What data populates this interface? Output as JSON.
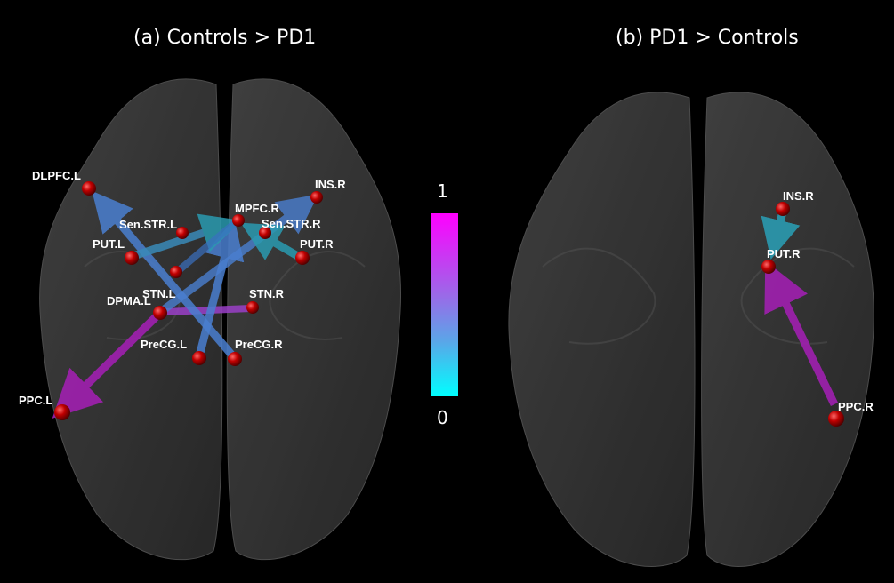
{
  "panels": [
    {
      "title": "(a) Controls > PD1",
      "nodes": [
        {
          "label": "DLPFC.L"
        },
        {
          "label": "Sen.STR.L"
        },
        {
          "label": "PUT.L"
        },
        {
          "label": "DPMA.L"
        },
        {
          "label": "STN.L"
        },
        {
          "label": "MPFC.R"
        },
        {
          "label": "INS.R"
        },
        {
          "label": "Sen.STR.R"
        },
        {
          "label": "PUT.R"
        },
        {
          "label": "STN.R"
        },
        {
          "label": "PreCG.L"
        },
        {
          "label": "PreCG.R"
        },
        {
          "label": "PPC.L"
        }
      ]
    },
    {
      "title": "(b) PD1 > Controls",
      "nodes": [
        {
          "label": "INS.R"
        },
        {
          "label": "PUT.R"
        },
        {
          "label": "PPC.R"
        }
      ]
    }
  ],
  "colorbar": {
    "max_label": "1",
    "min_label": "0",
    "color_max": "#ff00ff",
    "color_min": "#00ffff"
  },
  "colors": {
    "node": "#b80000",
    "brain": "#3a3a3a",
    "background": "#000000"
  }
}
